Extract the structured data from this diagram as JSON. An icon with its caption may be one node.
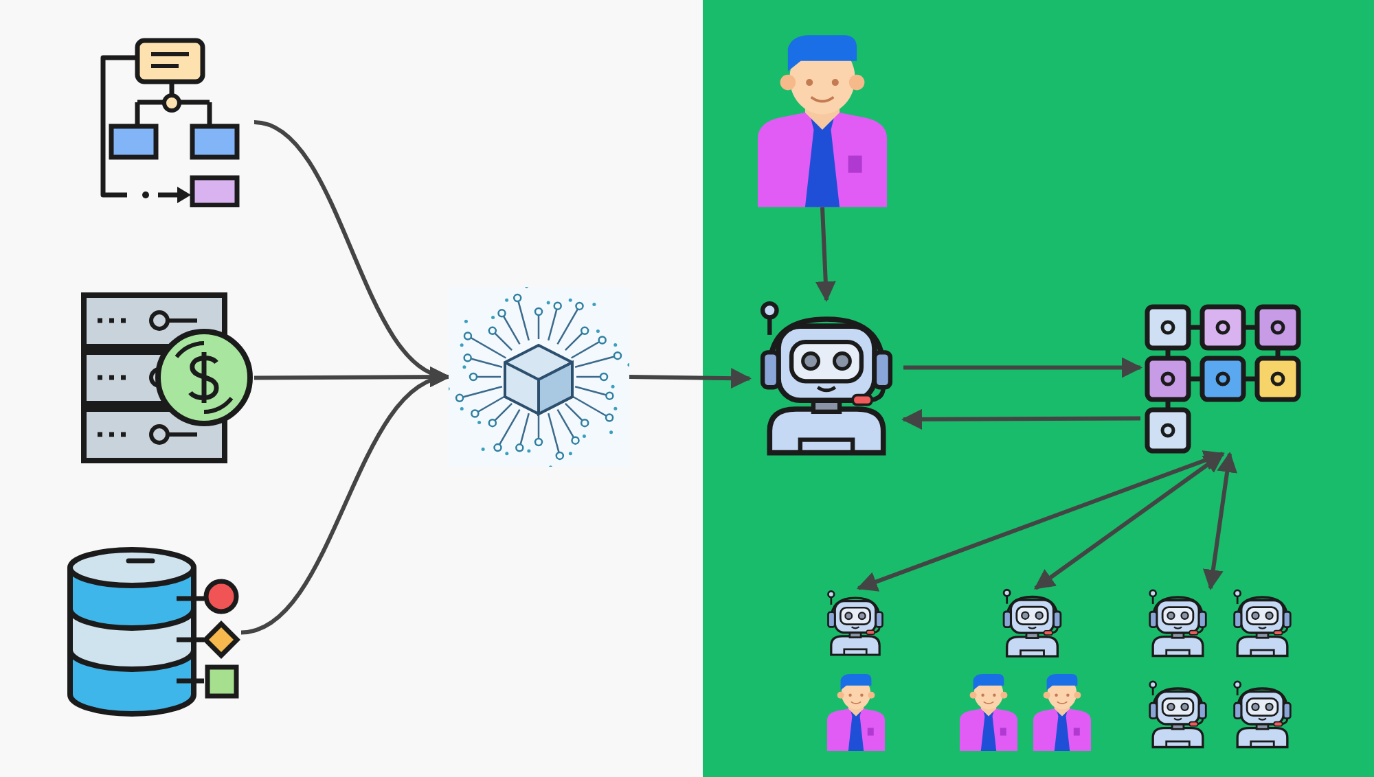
{
  "diagram": {
    "nodes": [
      {
        "text": [],
        "shape": "picture"
      },
      {
        "text": [],
        "shape": "picture"
      },
      {
        "text": [],
        "shape": "picture"
      },
      {
        "text": [],
        "shape": "picture"
      },
      {
        "text": [],
        "shape": "picture"
      },
      {
        "text": [],
        "shape": "picture"
      },
      {
        "text": [],
        "shape": "picture"
      },
      {
        "text": [],
        "shape": "picture"
      },
      {
        "text": [],
        "shape": "picture"
      },
      {
        "text": [],
        "shape": "picture"
      },
      {
        "text": [],
        "shape": "picture"
      },
      {
        "text": [],
        "shape": "picture"
      },
      {
        "text": [],
        "shape": "picture"
      },
      {
        "text": [],
        "shape": "picture"
      },
      {
        "text": [],
        "shape": "picture"
      },
      {
        "text": [],
        "shape": "picture"
      }
    ],
    "edges": [
      {
        "from": 0,
        "to": 3,
        "arrow": "to"
      },
      {
        "from": 2,
        "to": 3,
        "arrow": "to"
      },
      {
        "from": 6,
        "to": 3,
        "arrow": "to"
      },
      {
        "from": 3,
        "to": 4,
        "arrow": "to"
      },
      {
        "from": 1,
        "to": 4,
        "arrow": "to"
      },
      {
        "from": 4,
        "to": 5,
        "arrow": "to"
      },
      {
        "from": 5,
        "to": 4,
        "arrow": "to"
      },
      {
        "from": 5,
        "to": 7,
        "arrow": "both"
      },
      {
        "from": 5,
        "to": 8,
        "arrow": "both"
      },
      {
        "from": 5,
        "to": 9,
        "arrow": "both"
      }
    ]
  }
}
